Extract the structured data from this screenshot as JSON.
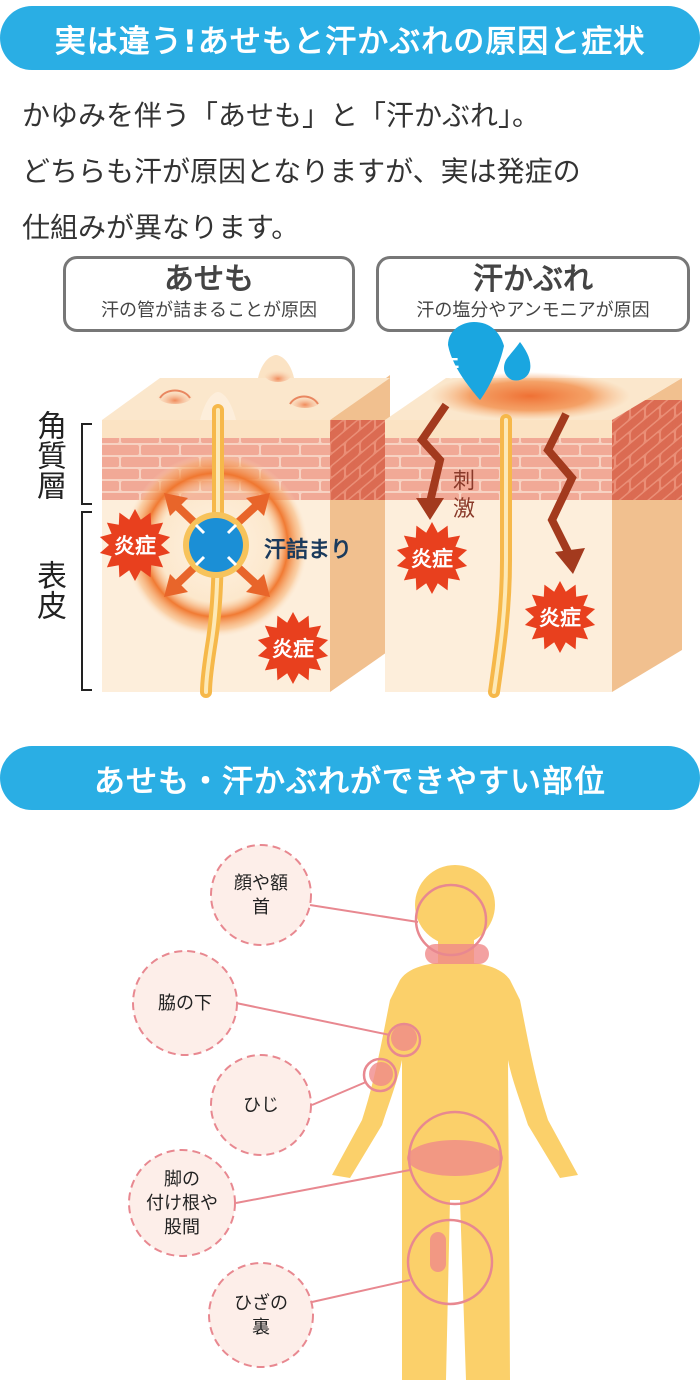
{
  "header": {
    "title": "実は違う!あせもと汗かぶれの原因と症状"
  },
  "intro": {
    "lines": [
      "かゆみを伴う「あせも」と「汗かぶれ」。",
      "どちらも汗が原因となりますが、実は発症の",
      "仕組みが異なります。"
    ]
  },
  "diagram": {
    "asemo": {
      "title": "あせも",
      "subtitle": "汗の管が詰まることが原因"
    },
    "asekabure": {
      "title": "汗かぶれ",
      "subtitle": "汗の塩分やアンモニアが原因"
    },
    "layers": {
      "stratum": "角質層",
      "epidermis": "表皮"
    },
    "labels": {
      "clog": "汗詰まり",
      "inflammation": "炎症",
      "sweat_drop": "汗",
      "stimulus": "刺激"
    }
  },
  "section2": {
    "title": "あせも・汗かぶれができやすい部位",
    "body_parts": [
      {
        "label": "顔や額\n首"
      },
      {
        "label": "脇の下"
      },
      {
        "label": "ひじ"
      },
      {
        "label": "脚の\n付け根や\n股間"
      },
      {
        "label": "ひざの\n裏"
      }
    ]
  },
  "colors": {
    "banner": "#2aaee4",
    "skin_top": "#fbe8d0",
    "skin_side": "#f2c496",
    "brick": "#f2b5a6",
    "sweat_gland": "#f7c15a",
    "clog_blue": "#1b8fd6",
    "inflammation_red": "#e8401e",
    "arrow_dark": "#a33a1e",
    "body_yellow": "#fbd06a",
    "spot_pink": "#f08a8a",
    "callout_line": "#e88890",
    "callout_fill": "#fdeee9"
  }
}
